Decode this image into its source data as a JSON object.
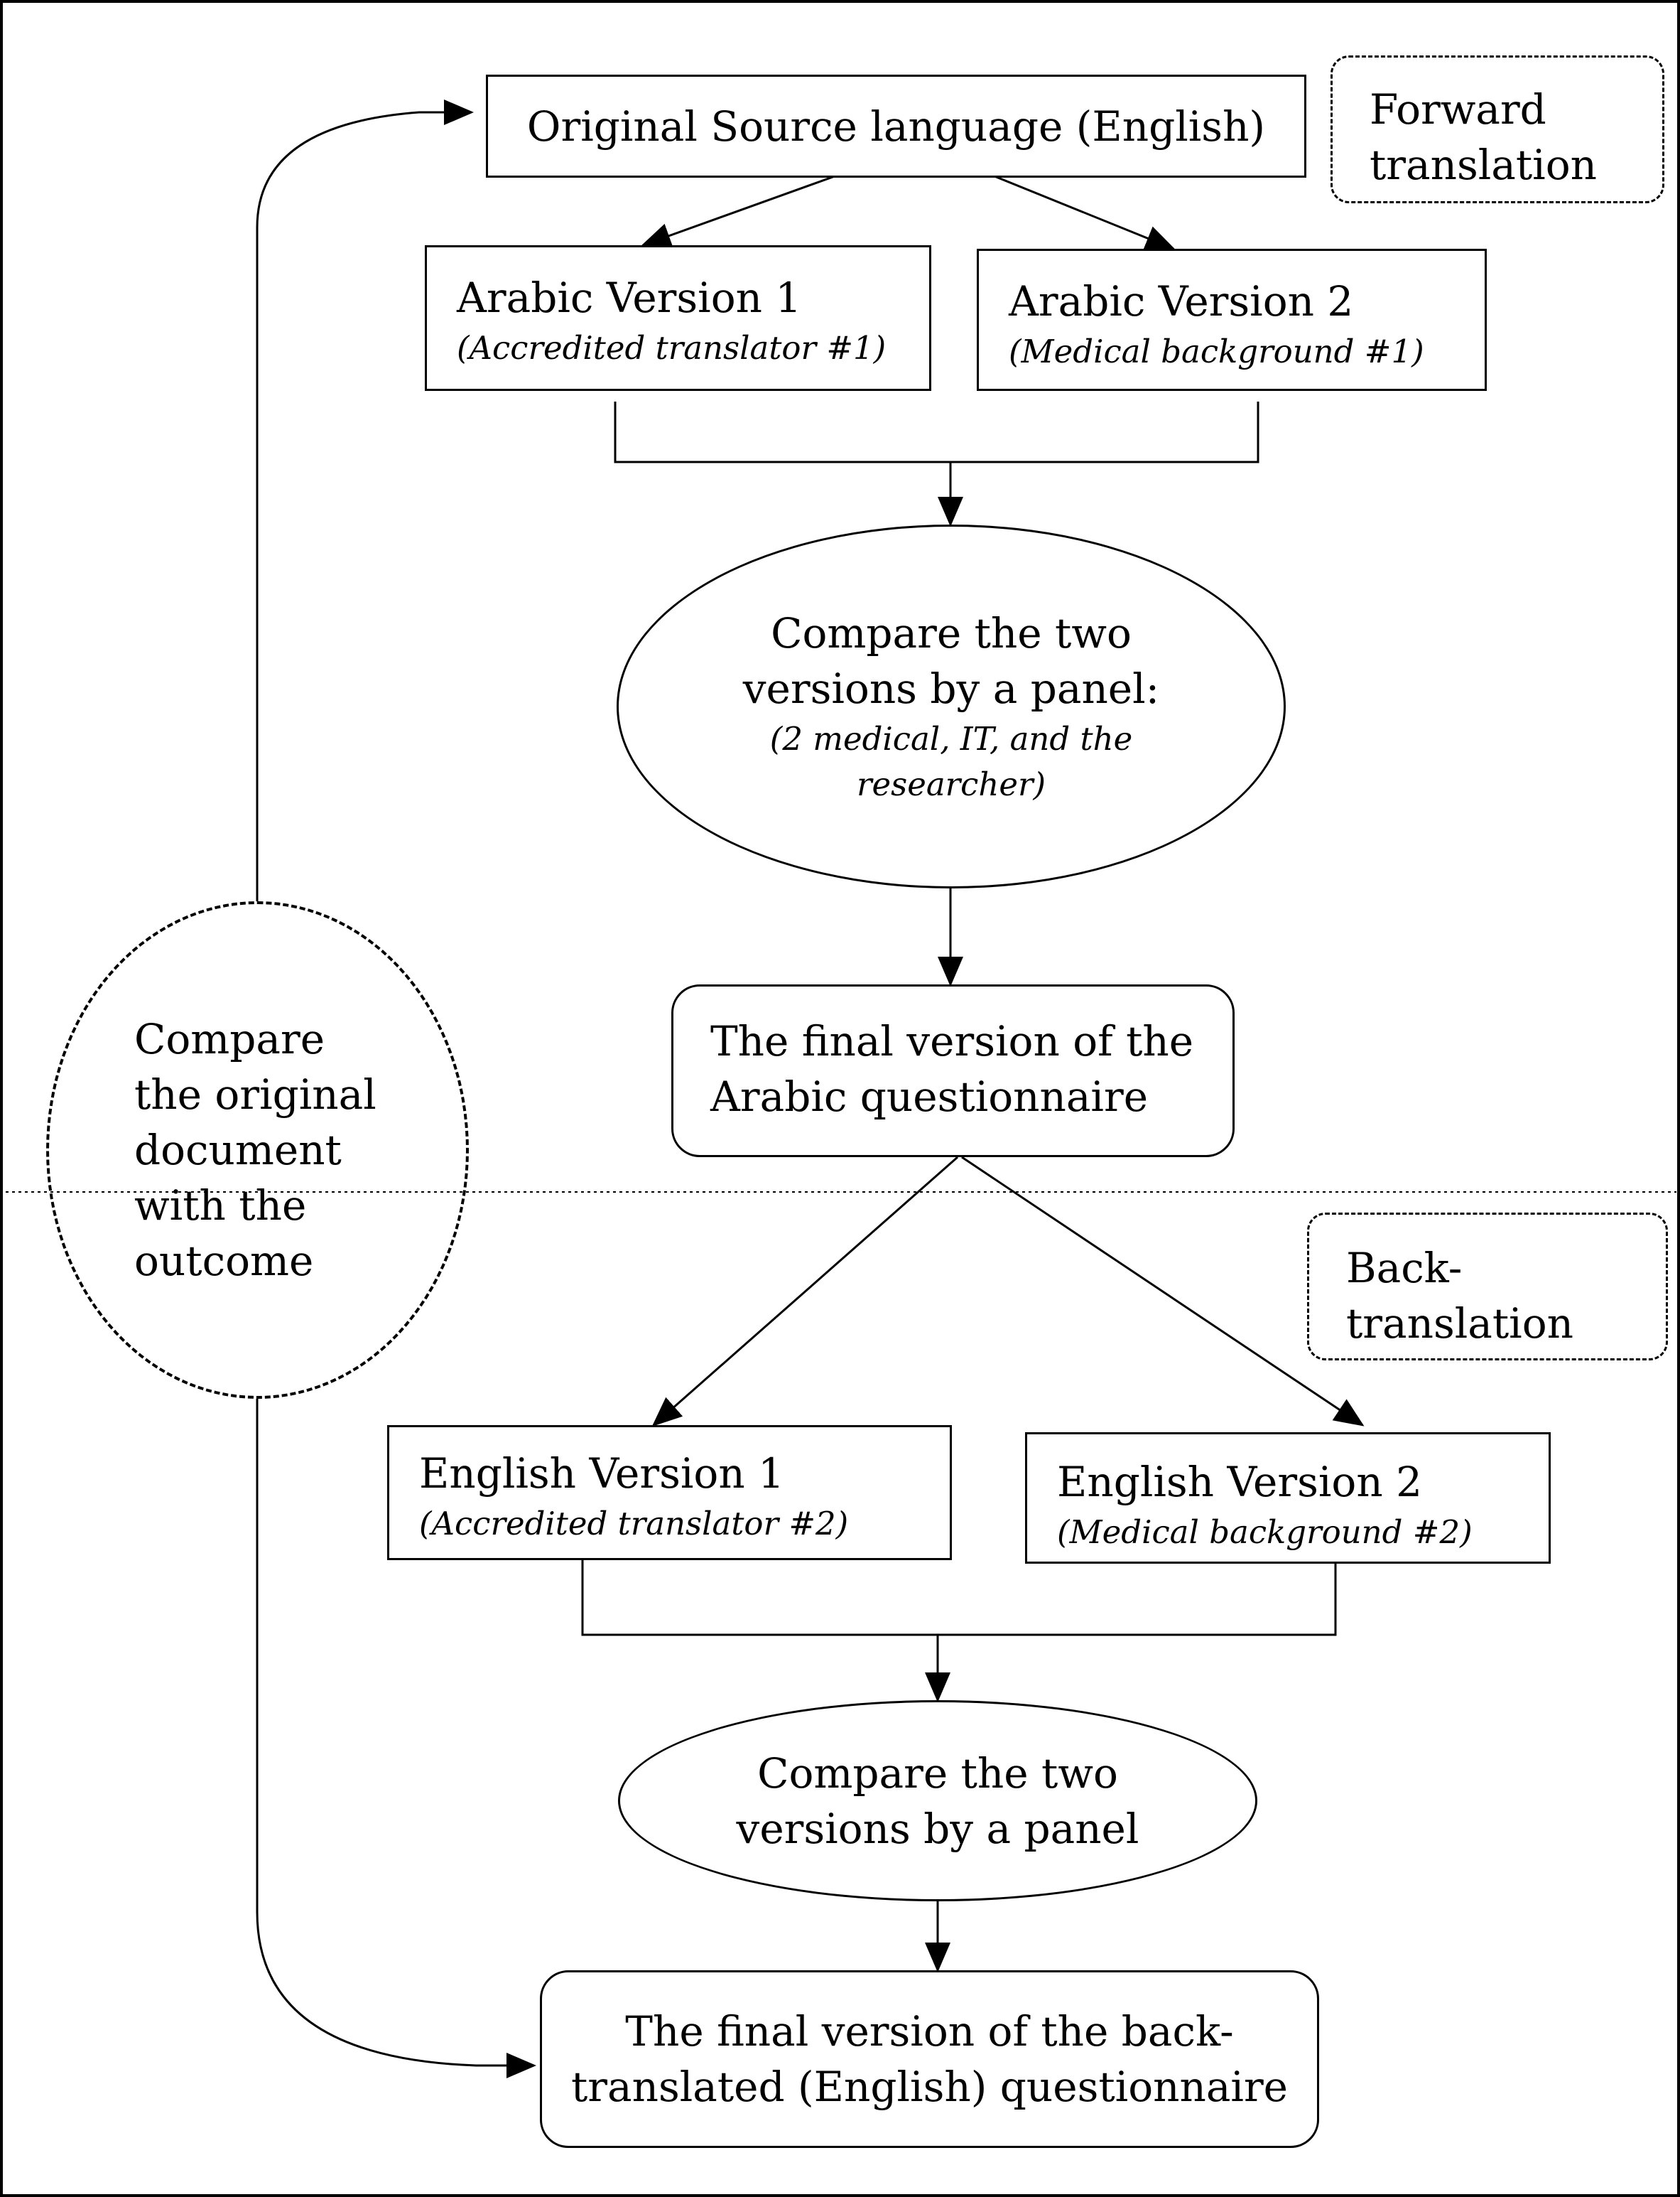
{
  "forward_tag": "Forward\ntranslation",
  "back_tag": "Back-\ntranslation",
  "original_source": "Original Source language (English)",
  "arabic_v1": {
    "title": "Arabic Version 1",
    "note": "(Accredited translator #1)"
  },
  "arabic_v2": {
    "title": "Arabic Version 2",
    "note": "(Medical background #1)"
  },
  "compare_forward": {
    "title": "Compare the two\nversions by a panel:",
    "note": "(2 medical, IT, and the\nresearcher)"
  },
  "final_arabic": "The final version of the\nArabic questionnaire",
  "compare_original": "Compare\nthe original\ndocument\nwith the\noutcome",
  "english_v1": {
    "title": "English Version 1",
    "note": "(Accredited translator #2)"
  },
  "english_v2": {
    "title": "English Version 2",
    "note": "(Medical background #2)"
  },
  "compare_back": "Compare the two\nversions by a panel",
  "final_back": "The final version of the back-\ntranslated (English) questionnaire"
}
